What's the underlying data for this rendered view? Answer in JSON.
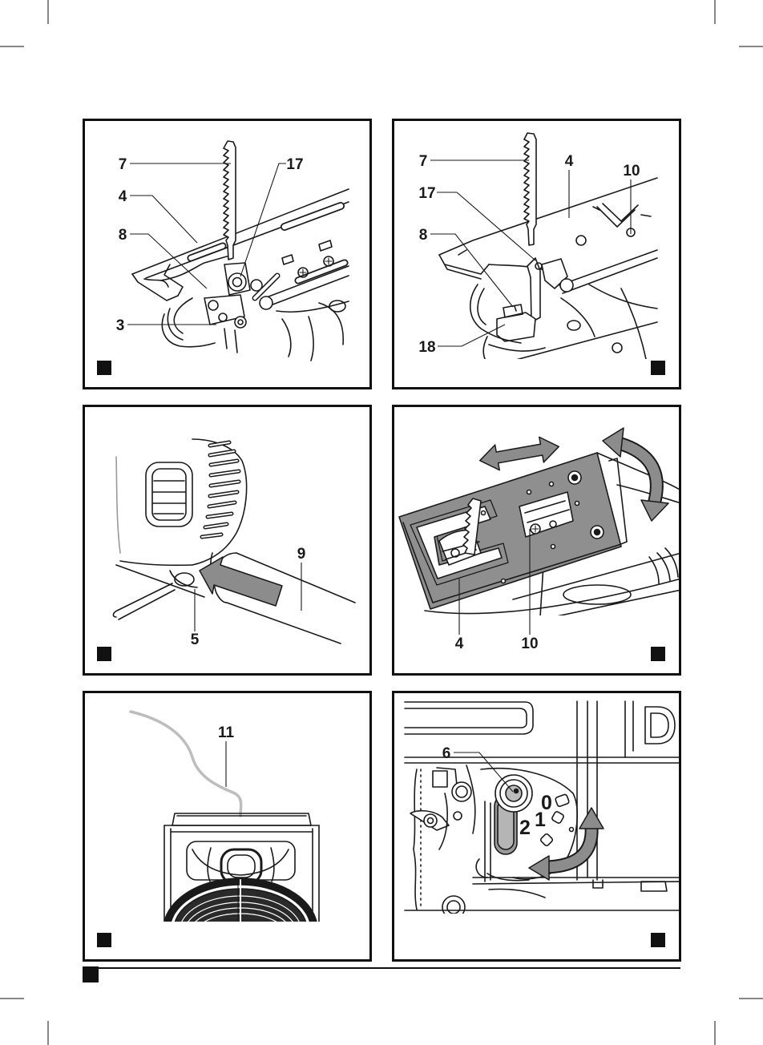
{
  "colors": {
    "line": "#1a1a1a",
    "arrow_fill": "#8c8c8c",
    "plate_fill": "#8f8f8f",
    "cord": "#bdbdbd"
  },
  "figures": [
    {
      "callouts": [
        {
          "text": "7"
        },
        {
          "text": "17"
        },
        {
          "text": "4"
        },
        {
          "text": "8"
        },
        {
          "text": "3"
        }
      ]
    },
    {
      "callouts": [
        {
          "text": "7"
        },
        {
          "text": "4"
        },
        {
          "text": "10"
        },
        {
          "text": "17"
        },
        {
          "text": "8"
        },
        {
          "text": "18"
        }
      ]
    },
    {
      "callouts": [
        {
          "text": "9"
        },
        {
          "text": "5"
        }
      ]
    },
    {
      "callouts": [
        {
          "text": "4"
        },
        {
          "text": "10"
        }
      ]
    },
    {
      "callouts": [
        {
          "text": "11"
        }
      ]
    },
    {
      "callouts": [
        {
          "text": "6"
        }
      ],
      "dial": {
        "positions": [
          "0",
          "1",
          "2"
        ]
      }
    }
  ]
}
